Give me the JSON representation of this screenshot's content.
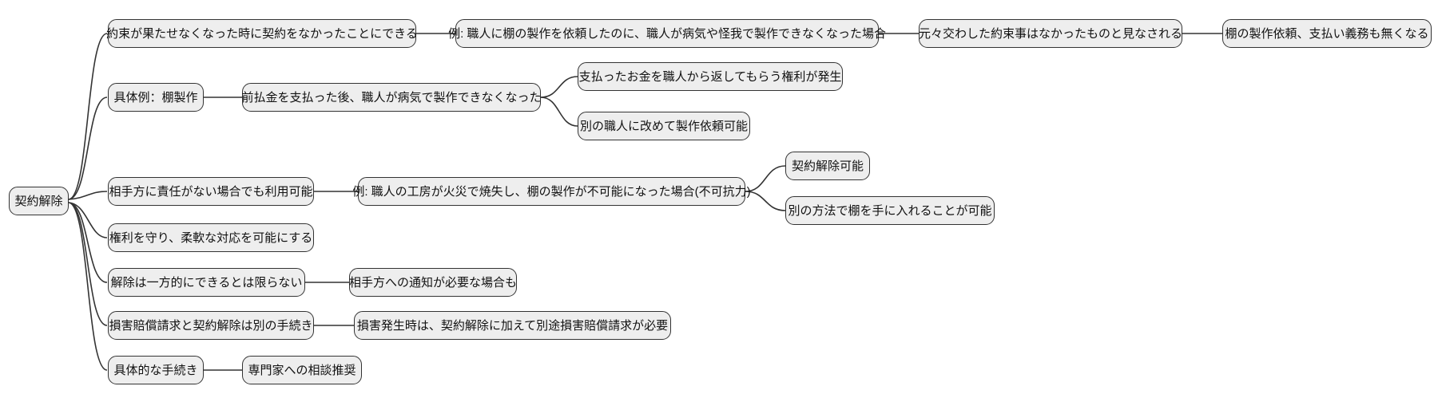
{
  "colors": {
    "background": "#ffffff",
    "node_fill": "#eeeeee",
    "node_border": "#333333",
    "node_text": "#111111",
    "connector": "#333333"
  },
  "mindmap": {
    "root": {
      "label": "契約解除"
    },
    "branches": [
      {
        "label": "約束が果たせなくなった時に契約をなかったことにできる",
        "children": [
          {
            "label": "例: 職人に棚の製作を依頼したのに、職人が病気や怪我で製作できなくなった場合",
            "children": [
              {
                "label": "元々交わした約束事はなかったものと見なされる",
                "children": [
                  {
                    "label": "棚の製作依頼、支払い義務も無くなる",
                    "children": []
                  }
                ]
              }
            ]
          }
        ]
      },
      {
        "label": "具体例：棚製作",
        "children": [
          {
            "label": "前払金を支払った後、職人が病気で製作できなくなった",
            "children": [
              {
                "label": "支払ったお金を職人から返してもらう権利が発生",
                "children": []
              },
              {
                "label": "別の職人に改めて製作依頼可能",
                "children": []
              }
            ]
          }
        ]
      },
      {
        "label": "相手方に責任がない場合でも利用可能",
        "children": [
          {
            "label": "例: 職人の工房が火災で焼失し、棚の製作が不可能になった場合(不可抗力)",
            "children": [
              {
                "label": "契約解除可能",
                "children": []
              },
              {
                "label": "別の方法で棚を手に入れることが可能",
                "children": []
              }
            ]
          }
        ]
      },
      {
        "label": "権利を守り、柔軟な対応を可能にする",
        "children": []
      },
      {
        "label": "解除は一方的にできるとは限らない",
        "children": [
          {
            "label": "相手方への通知が必要な場合も",
            "children": []
          }
        ]
      },
      {
        "label": "損害賠償請求と契約解除は別の手続き",
        "children": [
          {
            "label": "損害発生時は、契約解除に加えて別途損害賠償請求が必要",
            "children": []
          }
        ]
      },
      {
        "label": "具体的な手続き",
        "children": [
          {
            "label": "専門家への相談推奨",
            "children": []
          }
        ]
      }
    ]
  }
}
